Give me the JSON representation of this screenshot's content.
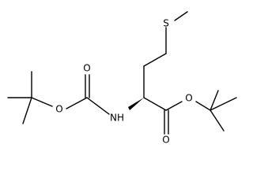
{
  "molecule": {
    "atom_labels": {
      "sulfur": "S",
      "amide_nitrogen": "NH",
      "carbamate_ether_oxygen": "O",
      "carbamate_carbonyl_oxygen": "O",
      "ester_ether_oxygen": "O",
      "ester_carbonyl_oxygen": "O"
    }
  }
}
